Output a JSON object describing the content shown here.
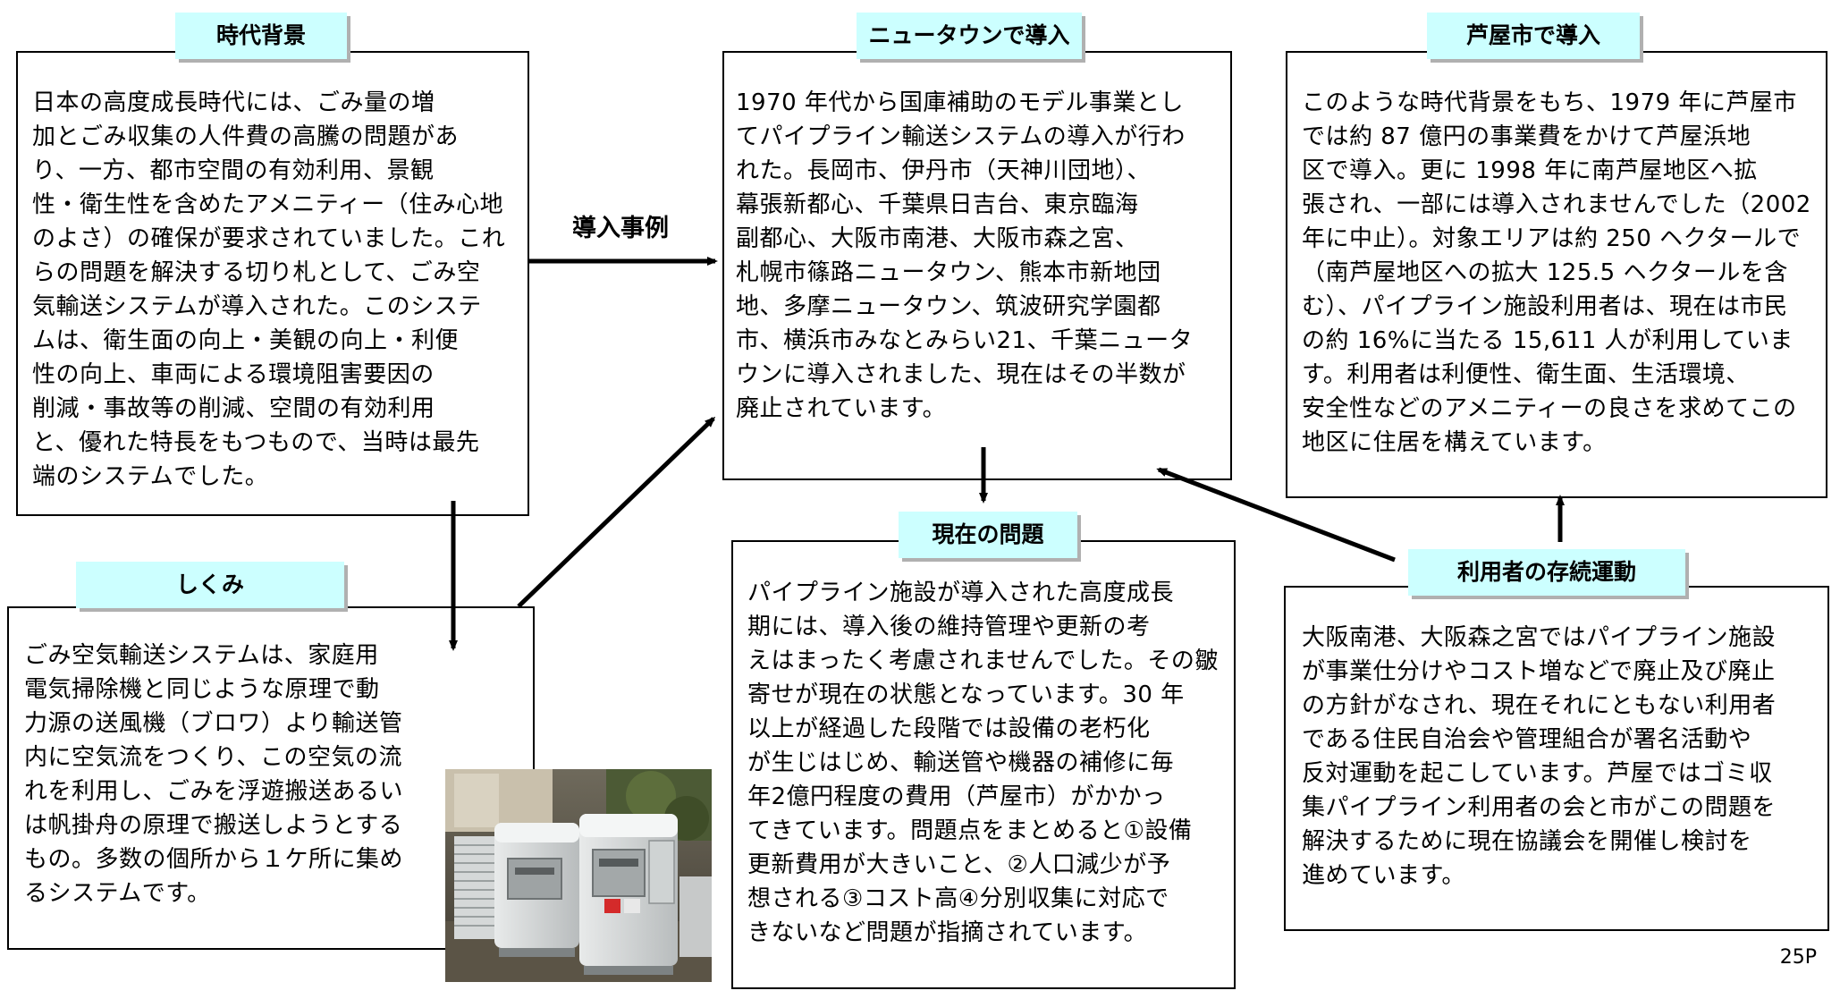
{
  "background": {
    "title": "時代背景",
    "text": "日本の高度成長時代には、ごみ量の増\n加とごみ収集の人件費の高騰の問題があ\nり、一方、都市空間の有効利用、景観\n性・衛生性を含めたアメニティー（住み心地\nのよさ）の確保が要求されていました。これ\nらの問題を解決する切り札として、ごみ空\n気輸送システムが導入された。このシステ\nムは、衛生面の向上・美観の向上・利便\n性の向上、車両による環境阻害要因の\n削減・事故等の削減、空間の有効利用\nと、優れた特長をもつもので、当時は最先\n端のシステムでした。"
  },
  "mechanism": {
    "title": "しくみ",
    "text": "ごみ空気輸送システムは、家庭用\n電気掃除機と同じような原理で動\n力源の送風機（ブロワ）より輸送管\n内に空気流をつくり、この空気の流\nれを利用し、ごみを浮遊搬送あるい\nは帆掛舟の原理で搬送しようとする\nもの。多数の個所から１ケ所に集め\nるシステムです。"
  },
  "newtown": {
    "title": "ニュータウンで導入",
    "text": "1970 年代から国庫補助のモデル事業とし\nてパイプライン輸送システムの導入が行わ\nれた。長岡市、伊丹市（天神川団地）、\n幕張新都心、千葉県日吉台、東京臨海\n副都心、大阪市南港、大阪市森之宮、\n札幌市篠路ニュータウン、熊本市新地団\n地、多摩ニュータウン、筑波研究学園都\n市、横浜市みなとみらい21、千葉ニュータ\nウンに導入されました、現在はその半数が\n廃止されています。"
  },
  "current_problem": {
    "title": "現在の問題",
    "text": "パイプライン施設が導入された高度成長\n期には、導入後の維持管理や更新の考\nえはまったく考慮されませんでした。その皺\n寄せが現在の状態となっています。30 年\n以上が経過した段階では設備の老朽化\nが生じはじめ、輸送管や機器の補修に毎\n年2億円程度の費用（芦屋市）がかかっ\nてきています。問題点をまとめると①設備\n更新費用が大きいこと、②人口減少が予\n想される③コスト高④分別収集に対応で\nきないなど問題が指摘されています。"
  },
  "ashiya": {
    "title": "芦屋市で導入",
    "text": "このような時代背景をもち、1979 年に芦屋市\nでは約 87 億円の事業費をかけて芦屋浜地\n区で導入。更に 1998 年に南芦屋地区へ拡\n張され、一部には導入されませんでした（2002\n年に中止）。対象エリアは約 250 ヘクタールで\n（南芦屋地区への拡大 125.5 ヘクタールを含\nむ）、パイプライン施設利用者は、現在は市民\nの約 16%に当たる 15,611 人が利用していま\nす。利用者は利便性、衛生面、生活環境、\n安全性などのアメニティーの良さを求めてこの\n地区に住居を構えています。"
  },
  "user_movement": {
    "title": "利用者の存続運動",
    "text": "大阪南港、大阪森之宮ではパイプライン施設\nが事業仕分けやコスト増などで廃止及び廃止\nの方針がなされ、現在それにともない利用者\nである住民自治会や管理組合が署名活動や\n反対運動を起こしています。芦屋ではゴミ収\n集パイプライン利用者の会と市がこの問題を\n解決するために現在協議会を開催し検討を\n進めています。"
  },
  "arrow_label": "導入事例",
  "page_number": "25P",
  "colors": {
    "title_background": "#ccffff",
    "border": "#000000",
    "title_shadow": "#b0b0b0"
  },
  "photo": {
    "icon": "garbage-inlet-photo"
  }
}
